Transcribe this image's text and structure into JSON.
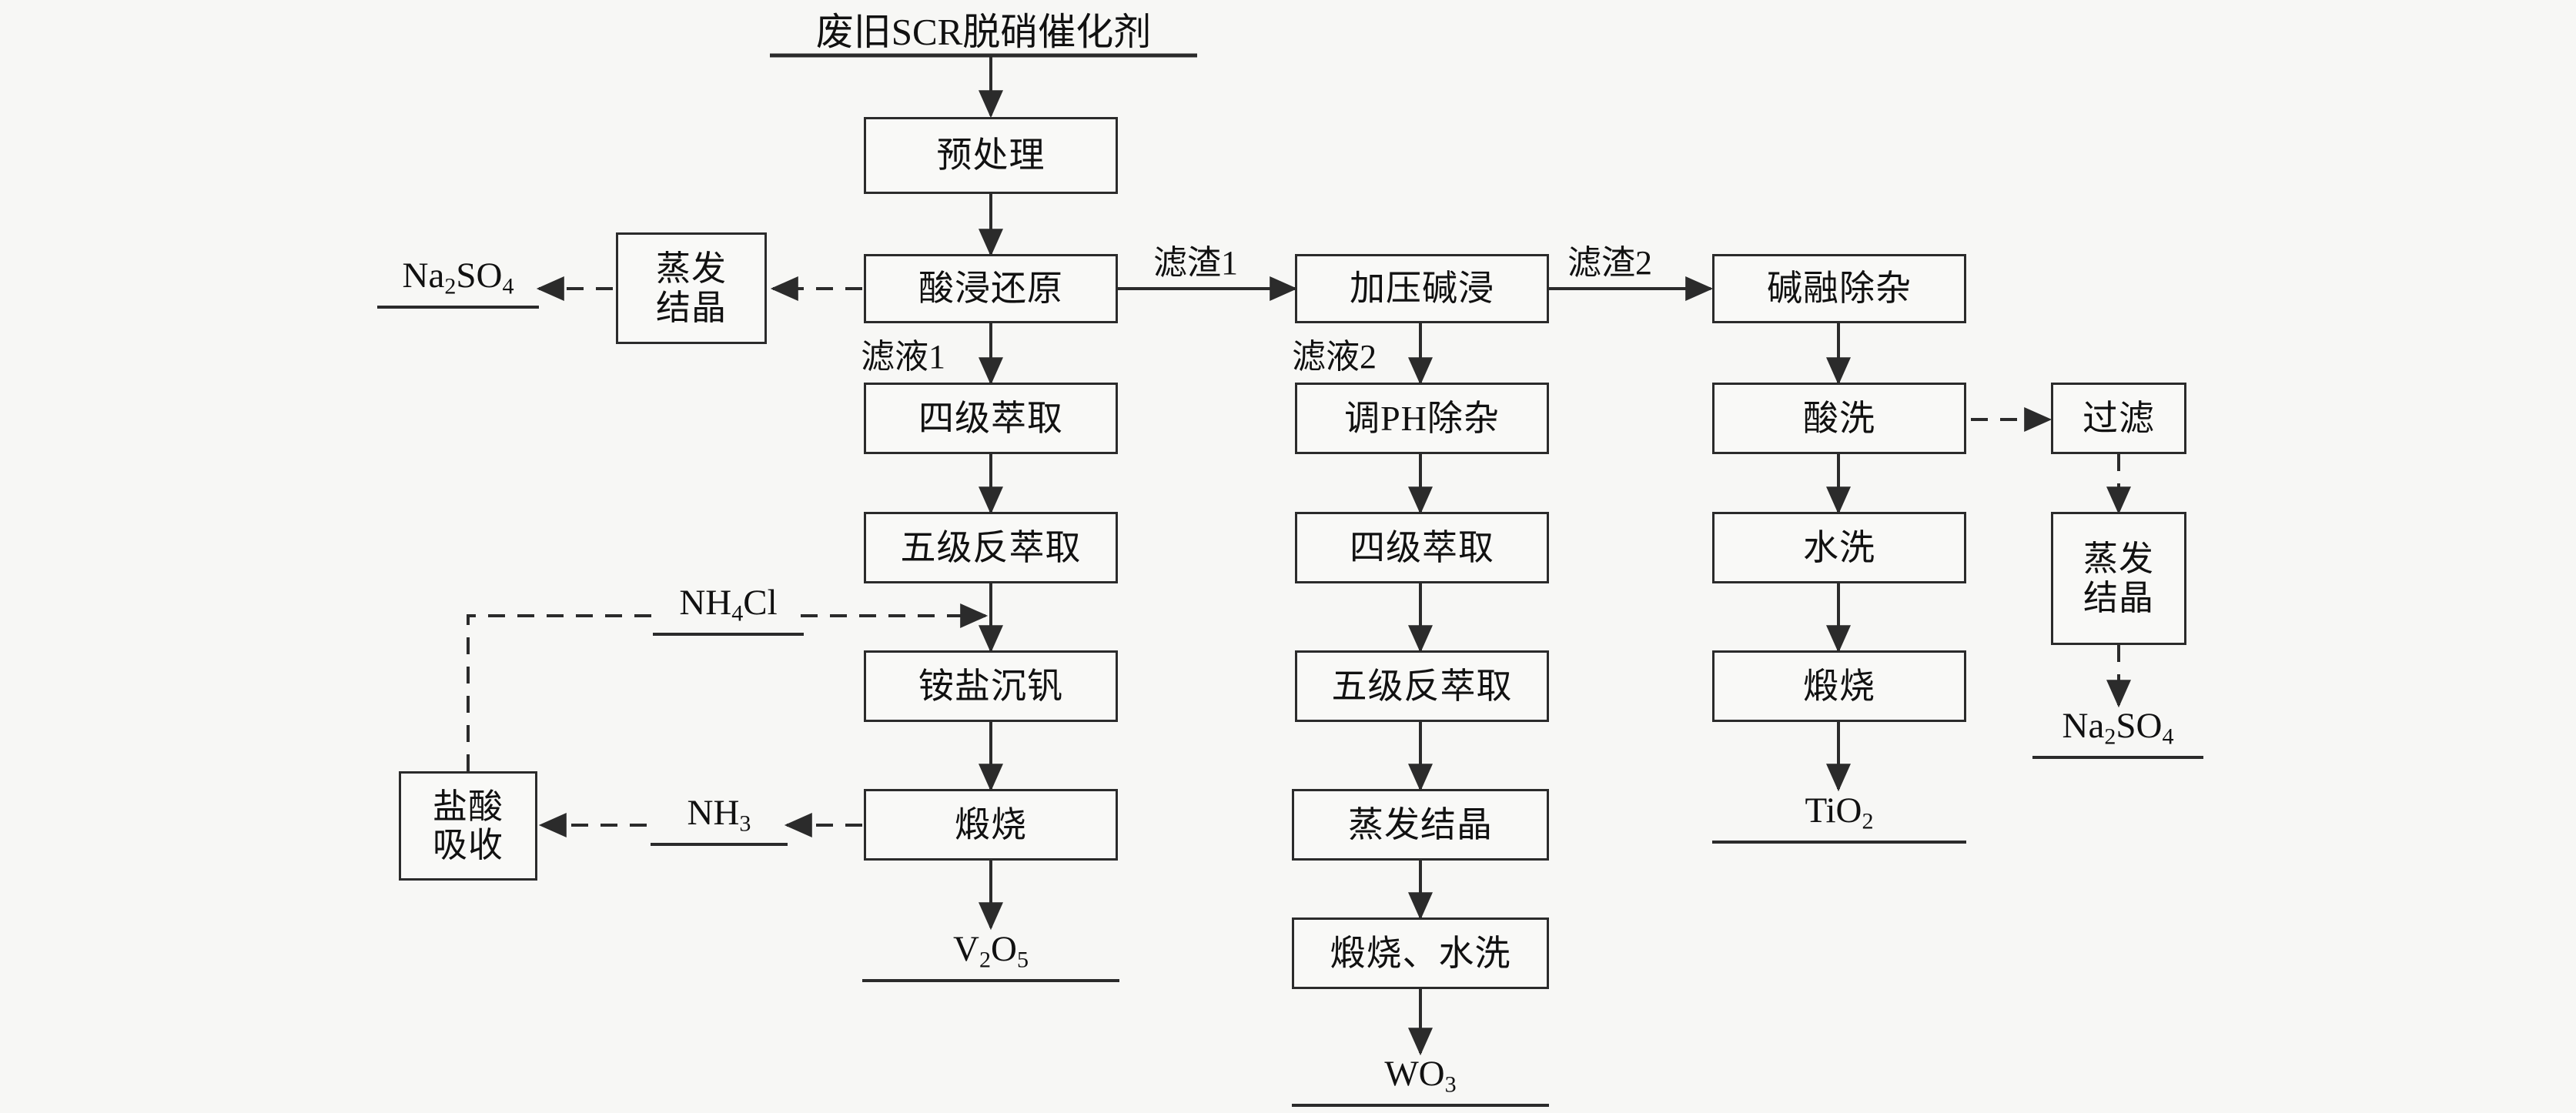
{
  "diagram": {
    "title": "废旧SCR脱硝催化剂",
    "type": "process-flow-diagram",
    "nodes": [
      {
        "id": "pretreat",
        "label": "预处理"
      },
      {
        "id": "acid-leach",
        "label": "酸浸还原"
      },
      {
        "id": "evap-left",
        "label": "蒸发\n结晶"
      },
      {
        "id": "extract4-l",
        "label": "四级萃取"
      },
      {
        "id": "strip5-l",
        "label": "五级反萃取"
      },
      {
        "id": "ammo-precip",
        "label": "铵盐沉钒"
      },
      {
        "id": "calcine-l",
        "label": "煅烧"
      },
      {
        "id": "hcl-absorb",
        "label": "盐酸\n吸收"
      },
      {
        "id": "press-alkali",
        "label": "加压碱浸"
      },
      {
        "id": "ph-adjust",
        "label": "调PH除杂"
      },
      {
        "id": "extract4-m",
        "label": "四级萃取"
      },
      {
        "id": "strip5-m",
        "label": "五级反萃取"
      },
      {
        "id": "evap-mid",
        "label": "蒸发结晶"
      },
      {
        "id": "calcine-wash",
        "label": "煅烧、水洗"
      },
      {
        "id": "alkali-fuse",
        "label": "碱融除杂"
      },
      {
        "id": "acid-wash",
        "label": "酸洗"
      },
      {
        "id": "water-wash",
        "label": "水洗"
      },
      {
        "id": "calcine-r",
        "label": "煅烧"
      },
      {
        "id": "filter",
        "label": "过滤"
      },
      {
        "id": "evap-right",
        "label": "蒸发\n结晶"
      }
    ],
    "terminals": [
      {
        "id": "na2so4-left",
        "label": "Na2SO4",
        "html": "Na<sub>2</sub>SO<sub>4</sub>"
      },
      {
        "id": "nh4cl",
        "label": "NH4Cl",
        "html": "NH<sub>4</sub>Cl"
      },
      {
        "id": "nh3",
        "label": "NH3",
        "html": "NH<sub>3</sub>"
      },
      {
        "id": "v2o5",
        "label": "V2O5",
        "html": "V<sub>2</sub>O<sub>5</sub>"
      },
      {
        "id": "wo3",
        "label": "WO3",
        "html": "WO<sub>3</sub>"
      },
      {
        "id": "tio2",
        "label": "TiO2",
        "html": "TiO<sub>2</sub>"
      },
      {
        "id": "na2so4-right",
        "label": "Na2SO4",
        "html": "Na<sub>2</sub>SO<sub>4</sub>"
      }
    ],
    "edge_labels": [
      {
        "id": "residue1",
        "label": "滤渣1"
      },
      {
        "id": "residue2",
        "label": "滤渣2"
      },
      {
        "id": "filtrate1",
        "label": "滤液1"
      },
      {
        "id": "filtrate2",
        "label": "滤液2"
      }
    ],
    "colors": {
      "stroke": "#2b2b2b",
      "background": "#f7f7f5",
      "box_fill": "#f9f9f7",
      "text": "#111111"
    }
  }
}
